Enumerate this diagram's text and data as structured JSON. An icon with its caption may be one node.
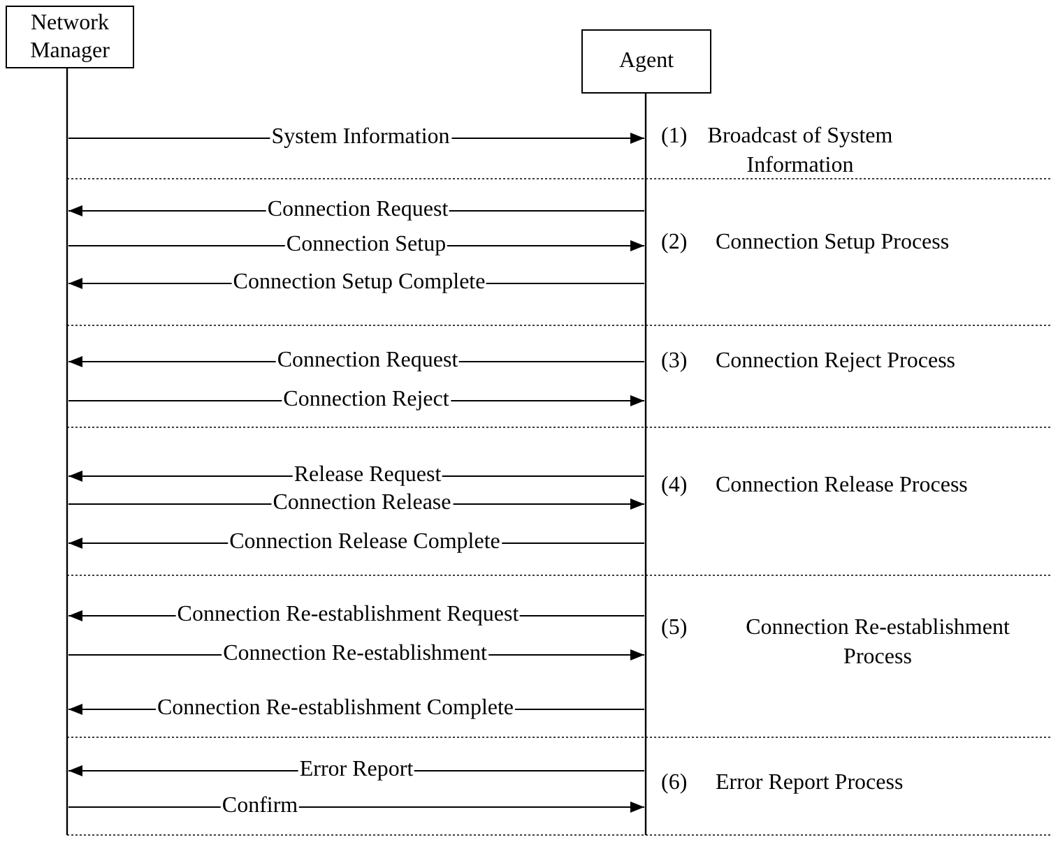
{
  "diagram": {
    "nodes": [
      {
        "text": [
          "Network Manager"
        ]
      },
      {
        "text": [
          "Agent"
        ]
      },
      {
        "text": [],
        "shape": "bar"
      },
      {
        "text": [],
        "shape": "bar"
      }
    ],
    "edges": [
      {
        "from": 2,
        "to": 3,
        "arrow": "to",
        "label": "System Information"
      },
      {
        "from": 3,
        "to": 2,
        "arrow": "to",
        "label": "Connection Request"
      },
      {
        "from": 2,
        "to": 3,
        "arrow": "to",
        "label": "Connection Setup"
      },
      {
        "from": 3,
        "to": 2,
        "arrow": "to",
        "label": "Connection Setup Complete"
      },
      {
        "from": 3,
        "to": 2,
        "arrow": "to",
        "label": "Connection Request"
      },
      {
        "from": 2,
        "to": 3,
        "arrow": "to",
        "label": "Connection Reject"
      },
      {
        "from": 3,
        "to": 2,
        "arrow": "to",
        "label": "Release Request"
      },
      {
        "from": 2,
        "to": 3,
        "arrow": "to",
        "label": "Connection Release"
      },
      {
        "from": 3,
        "to": 2,
        "arrow": "to",
        "label": "Connection Release Complete"
      },
      {
        "from": 3,
        "to": 2,
        "arrow": "to",
        "label": "Connection Re-establishment Request"
      },
      {
        "from": 2,
        "to": 3,
        "arrow": "to",
        "label": "Connection Re-establishment"
      },
      {
        "from": 3,
        "to": 2,
        "arrow": "to",
        "label": "Connection Re-establishment Complete"
      },
      {
        "from": 3,
        "to": 2,
        "arrow": "to",
        "label": "Error Report"
      },
      {
        "from": 2,
        "to": 3,
        "arrow": "to",
        "label": "Confirm"
      }
    ],
    "labels": [
      "(1)",
      "Broadcast of System Information",
      "(2)",
      "Connection Setup Process",
      "(3)",
      "Connection Reject Process",
      "(4)",
      "Connection Release Process",
      "(5)",
      "Connection Re-establishment Process",
      "(6)",
      "Error Report Process"
    ]
  }
}
